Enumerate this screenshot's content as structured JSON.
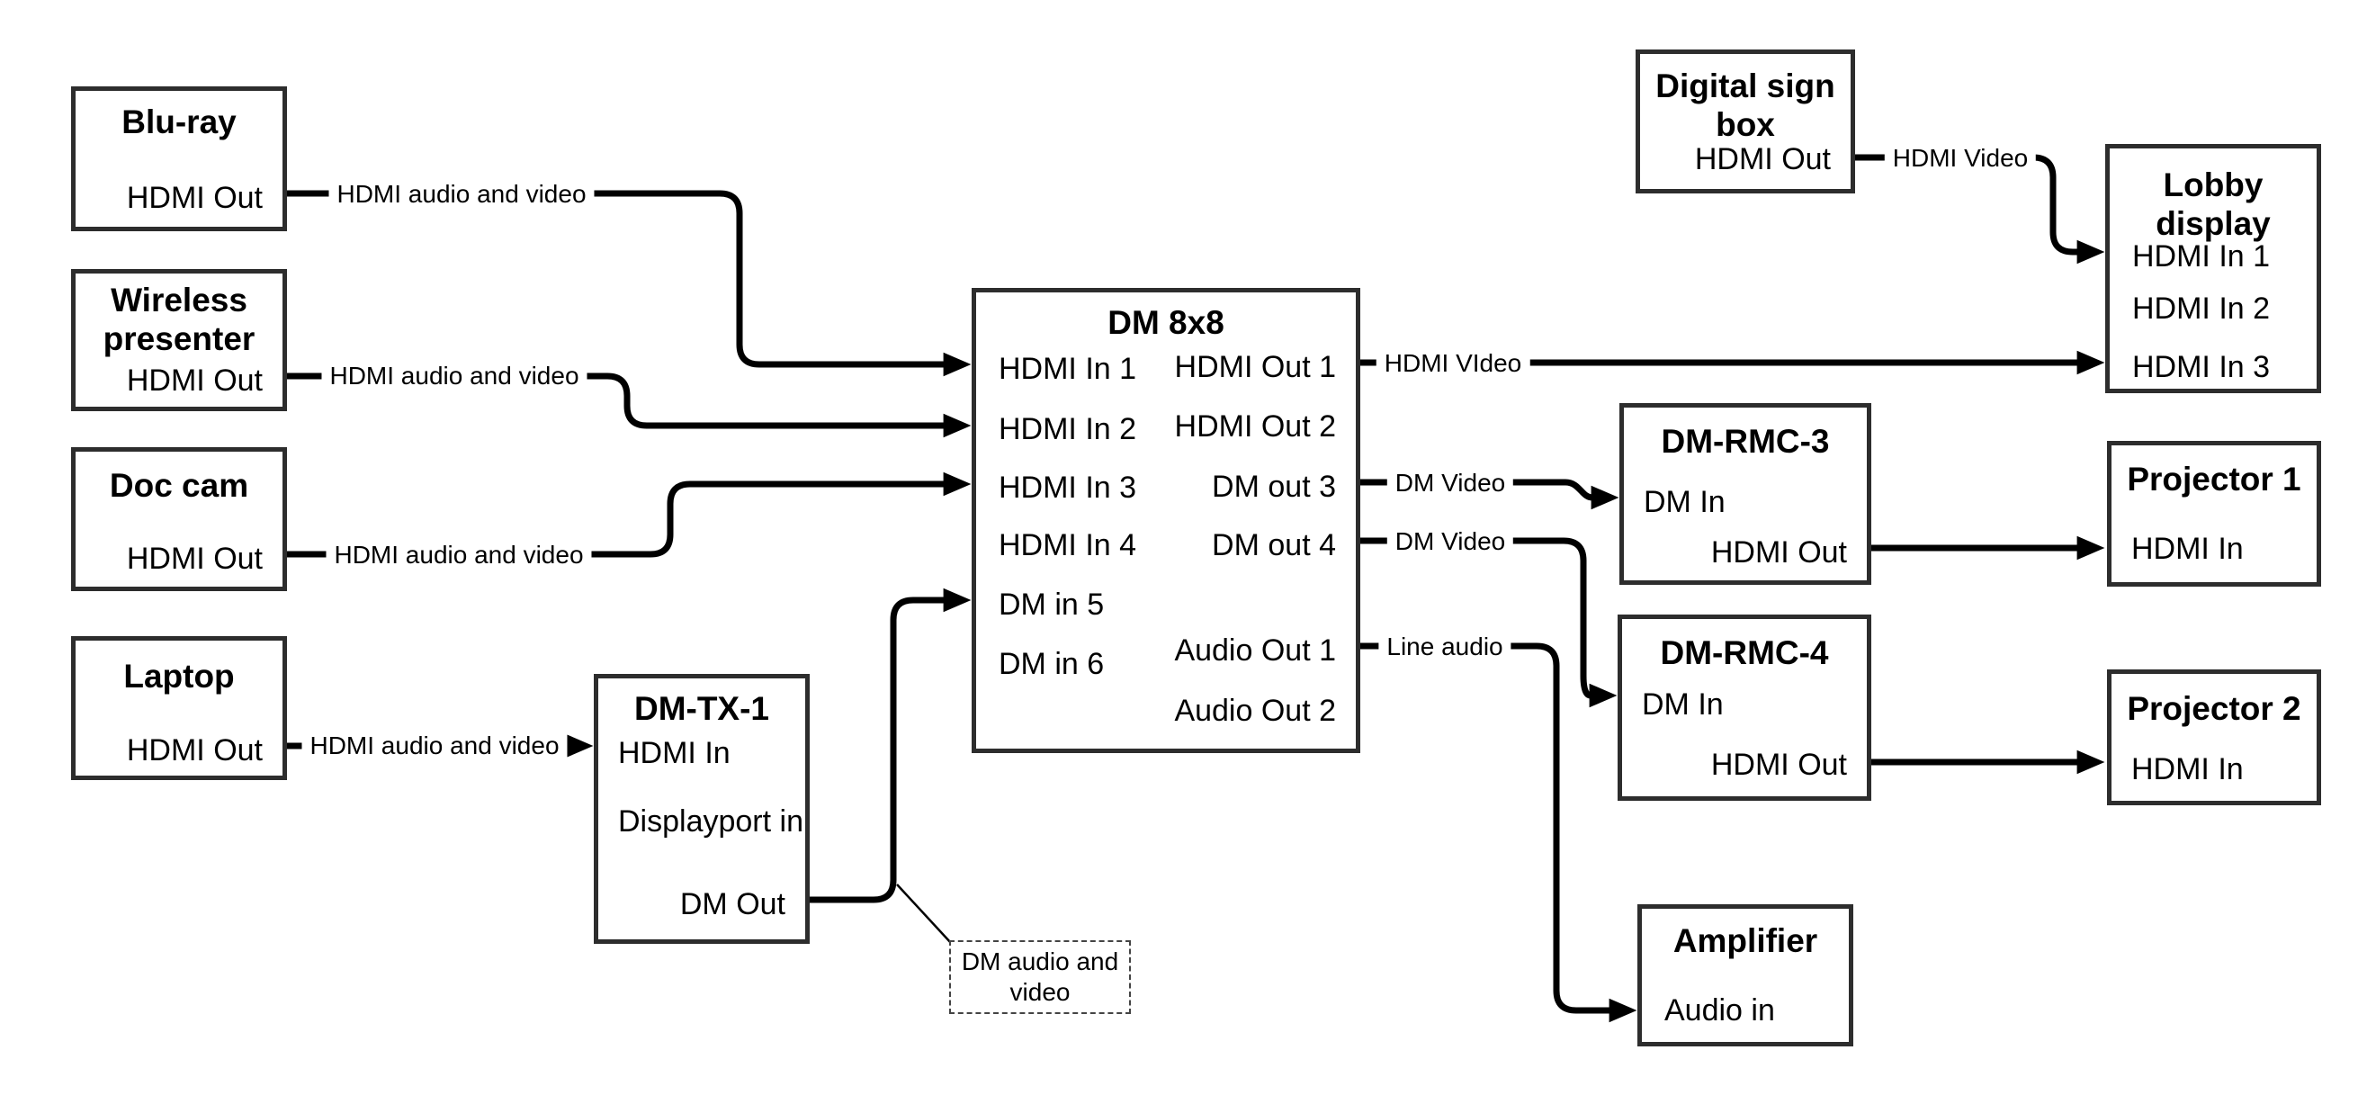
{
  "nodes": {
    "bluray": {
      "title": "Blu-ray",
      "port_hdmi_out": "HDMI Out"
    },
    "wireless": {
      "title": "Wireless presenter",
      "port_hdmi_out": "HDMI Out"
    },
    "doccam": {
      "title": "Doc cam",
      "port_hdmi_out": "HDMI Out"
    },
    "laptop": {
      "title": "Laptop",
      "port_hdmi_out": "HDMI Out"
    },
    "dmtx1": {
      "title": "DM-TX-1",
      "port_hdmi_in": "HDMI In",
      "port_displayport_in": "Displayport in",
      "port_dm_out": "DM Out"
    },
    "dm8x8": {
      "title": "DM 8x8",
      "port_in1": "HDMI In 1",
      "port_in2": "HDMI In 2",
      "port_in3": "HDMI In 3",
      "port_in4": "HDMI In 4",
      "port_in5": "DM in 5",
      "port_in6": "DM in 6",
      "port_out1": "HDMI Out 1",
      "port_out2": "HDMI Out 2",
      "port_out3": "DM out 3",
      "port_out4": "DM out 4",
      "port_aout1": "Audio Out 1",
      "port_aout2": "Audio Out 2"
    },
    "digital_sign": {
      "title": "Digital sign box",
      "port_hdmi_out": "HDMI Out"
    },
    "lobby": {
      "title": "Lobby display",
      "port_in1": "HDMI In 1",
      "port_in2": "HDMI In 2",
      "port_in3": "HDMI In 3"
    },
    "dmrmc3": {
      "title": "DM-RMC-3",
      "port_dm_in": "DM In",
      "port_hdmi_out": "HDMI Out"
    },
    "proj1": {
      "title": "Projector 1",
      "port_hdmi_in": "HDMI In"
    },
    "dmrmc4": {
      "title": "DM-RMC-4",
      "port_dm_in": "DM In",
      "port_hdmi_out": "HDMI Out"
    },
    "proj2": {
      "title": "Projector 2",
      "port_hdmi_in": "HDMI In"
    },
    "amplifier": {
      "title": "Amplifier",
      "port_audio_in": "Audio in"
    },
    "note": {
      "text": "DM audio and video"
    }
  },
  "edge_labels": {
    "bluray_dm8x8": "HDMI audio and video",
    "wireless_dm8x8": "HDMI audio and video",
    "doccam_dm8x8": "HDMI audio and video",
    "laptop_dmtx1": "HDMI audio and video",
    "digitalsign_lobby": "HDMI Video",
    "hdmiout1_lobby": "HDMI VIdeo",
    "dmout3_dmrmc3": "DM Video",
    "dmout4_dmrmc4": "DM Video",
    "audioout1_amp": "Line audio"
  },
  "colors": {
    "wire": "#000000",
    "border": "#2d2d2d",
    "background": "#ffffff"
  }
}
